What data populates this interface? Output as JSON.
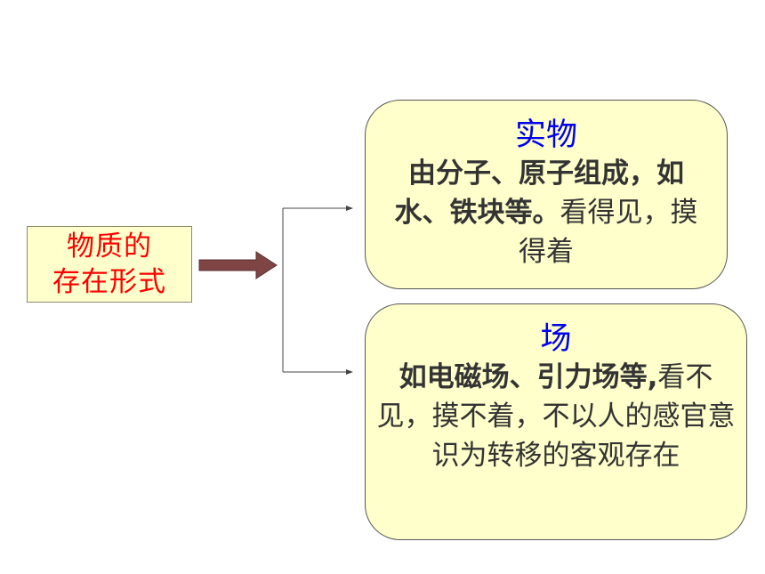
{
  "root": {
    "line1": "物质的",
    "line2": "存在形式"
  },
  "nodes": [
    {
      "title": "实物",
      "bold_text": "由分子、原子组成，如水、铁块等。",
      "normal_text": "看得见，摸得着"
    },
    {
      "title": "场",
      "bold_text": "如电磁场、引力场等,",
      "normal_text": "看不见，摸不着，不以人的感官意识为转移的客观存在"
    }
  ],
  "colors": {
    "box_fill": "#ffffcc",
    "root_text": "#ff0000",
    "title_text": "#0000ee",
    "body_text": "#333333",
    "arrow_fill": "#7f4545"
  }
}
